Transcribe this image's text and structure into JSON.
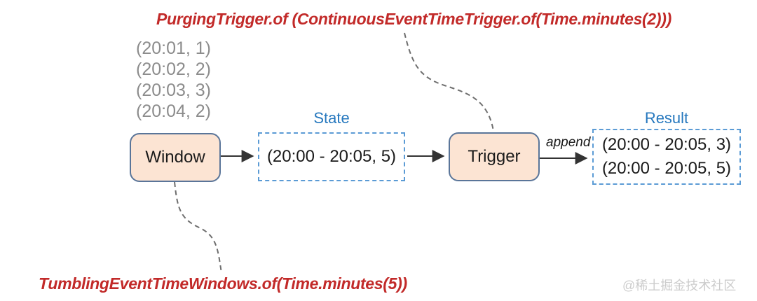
{
  "diagram": {
    "top_annotation": "PurgingTrigger.of (ContinuousEventTimeTrigger.of(Time.minutes(2)))",
    "bottom_annotation": "TumblingEventTimeWindows.of(Time.minutes(5))",
    "input_events": [
      "(20:01, 1)",
      "(20:02, 2)",
      "(20:03, 3)",
      "(20:04, 2)"
    ],
    "window_label": "Window",
    "trigger_label": "Trigger",
    "append_label": "append",
    "state": {
      "label": "State",
      "value": "(20:00 - 20:05, 5)"
    },
    "result": {
      "label": "Result",
      "values": [
        "(20:00 - 20:05, 3)",
        "(20:00 - 20:05, 5)"
      ]
    }
  },
  "watermark": "@稀土掘金技术社区",
  "colors": {
    "annotation_red": "#c22a29",
    "label_blue": "#2678be",
    "dashed_border_blue": "#5b9bd5",
    "node_fill": "#fce4d3",
    "node_border": "#5a7599",
    "event_text_gray": "#8c8c8c",
    "arrow_black": "#333333",
    "connector_gray": "#6e6e6e",
    "watermark_gray": "#cccccc"
  }
}
